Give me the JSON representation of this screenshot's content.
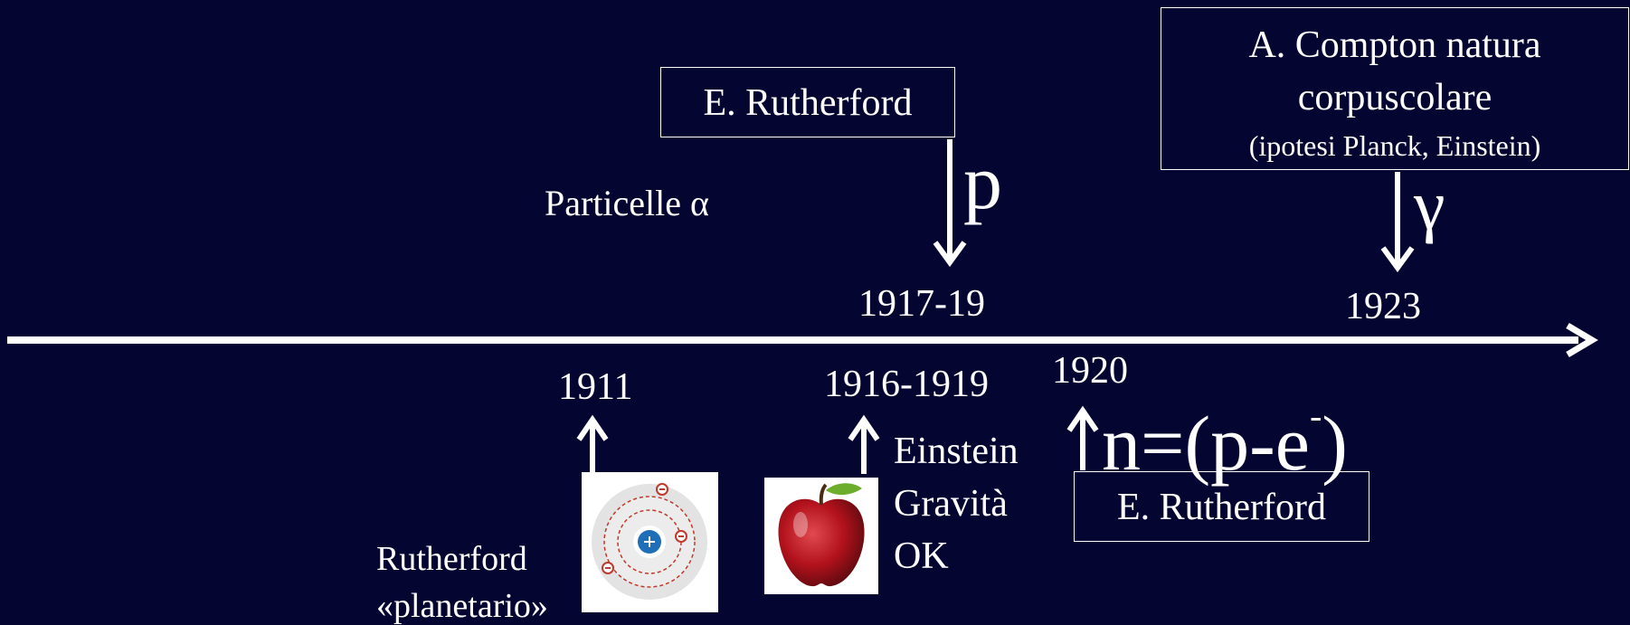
{
  "colors": {
    "background": "#050532",
    "foreground": "#ffffff",
    "apple": "#b3121c",
    "proton": "#1f6fb8",
    "electron": "#c0392b"
  },
  "upper_events": {
    "alpha_label": "Particelle α",
    "rutherford_box": "E. Rutherford",
    "proton_symbol": "p",
    "year_1917": "1917-19",
    "compton_line1": "A. Compton natura",
    "compton_line2": "corpuscolare",
    "compton_line3": "(ipotesi Planck, Einstein)",
    "gamma_symbol": "γ",
    "year_1923": "1923"
  },
  "lower_events": {
    "year_1911": "1911",
    "year_1916": "1916-1919",
    "year_1920": "1920",
    "neutron_formula_main": "n=(p-e",
    "neutron_formula_sup": "-",
    "neutron_formula_close": ")",
    "rutherford_box": "E. Rutherford",
    "einstein_line1": "Einstein",
    "einstein_line2": "Gravità",
    "einstein_line3": "OK",
    "planetary_line1": "Rutherford",
    "planetary_line2": "«planetario»",
    "atom_icon": "atom-model-icon",
    "apple_icon": "apple-icon"
  }
}
